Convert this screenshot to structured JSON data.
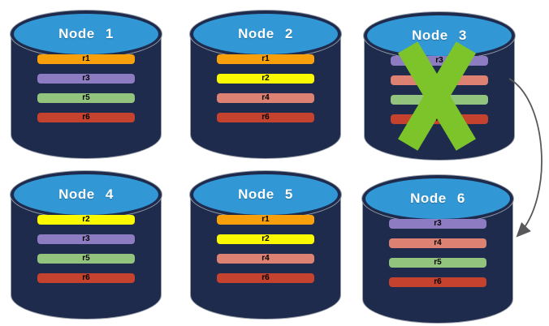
{
  "canvas": {
    "background": "#FFFFFF"
  },
  "colors": {
    "cylinder_body": "#1E2B4D",
    "cylinder_top": "#3197D5",
    "cylinder_outline": "#9AA0AA",
    "node_title_text": "#FFFFFF",
    "bar_text": "#000000",
    "x_mark": "#7DC42A",
    "arrow": "#58585A",
    "replica_colors": {
      "r1": "#F8A00C",
      "r2": "#FAF900",
      "r3": "#8E7CC3",
      "r4": "#DD8172",
      "r5": "#93C47D",
      "r6": "#C4422E"
    }
  },
  "nodes": [
    {
      "title": "Node 1",
      "replicas": [
        "r1",
        "r3",
        "r5",
        "r6"
      ],
      "failed": false
    },
    {
      "title": "Node 2",
      "replicas": [
        "r1",
        "r2",
        "r4",
        "r6"
      ],
      "failed": false
    },
    {
      "title": "Node 3",
      "replicas": [
        "r3",
        "r4",
        "r5",
        "r6"
      ],
      "failed": true
    },
    {
      "title": "Node 4",
      "replicas": [
        "r2",
        "r3",
        "r5",
        "r6"
      ],
      "failed": false
    },
    {
      "title": "Node 5",
      "replicas": [
        "r1",
        "r2",
        "r4",
        "r6"
      ],
      "failed": false
    },
    {
      "title": "Node 6",
      "replicas": [
        "r3",
        "r4",
        "r5",
        "r6"
      ],
      "failed": false
    }
  ],
  "annotations": {
    "failed_node": "Node 3",
    "failover_arrow": {
      "from": "Node 3",
      "to": "Node 6"
    }
  }
}
